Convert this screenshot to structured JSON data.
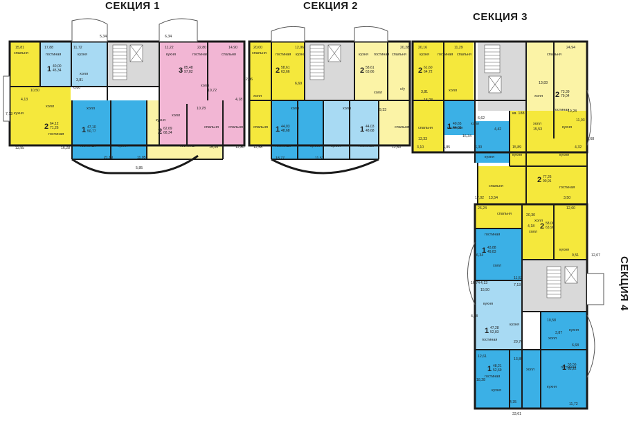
{
  "sections": {
    "s1": "СЕКЦИЯ 1",
    "s2": "СЕКЦИЯ 2",
    "s3": "СЕКЦИЯ 3",
    "s4": "СЕКЦИЯ 4"
  },
  "room_types": {
    "bedroom": "спальня",
    "living": "гостиная",
    "kitchen": "кухня",
    "hall": "холл",
    "bath": "с/у"
  },
  "colors": {
    "yellow": "#f5e83c",
    "light_yellow": "#fbf3a6",
    "pink": "#f2b6d4",
    "blue": "#3bb0e6",
    "light_blue": "#a8daf3",
    "grey": "#d9d9d9",
    "wall": "#1a1a1a"
  },
  "apartments": [
    {
      "rooms": "1",
      "area_a": "40,00",
      "area_b": "45,34",
      "color": "light_blue"
    },
    {
      "rooms": "3",
      "area_a": "85,48",
      "area_b": "97,82",
      "color": "pink"
    },
    {
      "rooms": "2",
      "area_a": "64,12",
      "area_b": "71,26",
      "color": "yellow"
    },
    {
      "rooms": "1",
      "area_a": "47,10",
      "area_b": "50,77",
      "color": "blue"
    },
    {
      "rooms": "2",
      "area_a": "62,69",
      "area_b": "68,34",
      "color": "light_yellow"
    },
    {
      "rooms": "2",
      "area_a": "58,61",
      "area_b": "63,66",
      "color": "yellow"
    },
    {
      "rooms": "2",
      "area_a": "58,61",
      "area_b": "63,66",
      "color": "light_yellow"
    },
    {
      "rooms": "1",
      "area_a": "44,03",
      "area_b": "48,68",
      "color": "blue"
    },
    {
      "rooms": "1",
      "area_a": "44,03",
      "area_b": "48,68",
      "color": "light_blue"
    },
    {
      "rooms": "2",
      "area_a": "61,60",
      "area_b": "64,72",
      "color": "yellow"
    },
    {
      "rooms": "1",
      "area_a": "40,65",
      "area_b": "44,01",
      "color": "blue"
    },
    {
      "rooms": "2",
      "area_a": "73,39",
      "area_b": "79,04",
      "color": "light_yellow"
    },
    {
      "rooms": "2",
      "area_a": "77,26",
      "area_b": "90,91",
      "color": "yellow"
    },
    {
      "rooms": "2",
      "area_a": "58,06",
      "area_b": "63,90",
      "color": "yellow"
    },
    {
      "rooms": "1",
      "area_a": "43,88",
      "area_b": "49,83",
      "color": "blue"
    },
    {
      "rooms": "1",
      "area_a": "47,28",
      "area_b": "52,83",
      "color": "light_blue"
    },
    {
      "rooms": "1",
      "area_a": "48,21",
      "area_b": "52,69",
      "color": "blue"
    },
    {
      "rooms": "1",
      "area_a": "55,56",
      "area_b": "61,22",
      "color": "blue"
    }
  ],
  "dimensions": [
    "15,81",
    "17,88",
    "11,72",
    "5,34",
    "11,22",
    "22,80",
    "14,90",
    "6,34",
    "20,00",
    "12,96",
    "20,28",
    "20,16",
    "11,29",
    "24,94",
    "10,50",
    "4,13",
    "7,13",
    "13,95",
    "16,28",
    "3,81",
    "6,80",
    "12,06",
    "21,19",
    "11,05",
    "5,85",
    "10,78",
    "10,72",
    "4,18",
    "15,39",
    "12,80",
    "6,69",
    "12,58",
    "18,77",
    "11,53",
    "9,33",
    "12,60",
    "3,81",
    "16,34",
    "15,23",
    "13,33",
    "3,10",
    "5,85",
    "13,83",
    "11,03",
    "19,28",
    "9,68",
    "6,62",
    "4,42",
    "6,30",
    "15,89",
    "15,53",
    "4,32",
    "13,54",
    "17,02",
    "3,50",
    "26,24",
    "12,60",
    "20,30",
    "4,18",
    "9,51",
    "12,07",
    "6,34",
    "16,74",
    "11,52",
    "4,38",
    "20,76",
    "12,61",
    "18,28",
    "13,85",
    "10,58",
    "3,87",
    "6,68",
    "11,72",
    "33,61",
    "7,13",
    "4,35",
    "4,13",
    "15,50",
    "18,73"
  ],
  "misc_labels": {
    "elevator_hall": "кв. 188"
  }
}
